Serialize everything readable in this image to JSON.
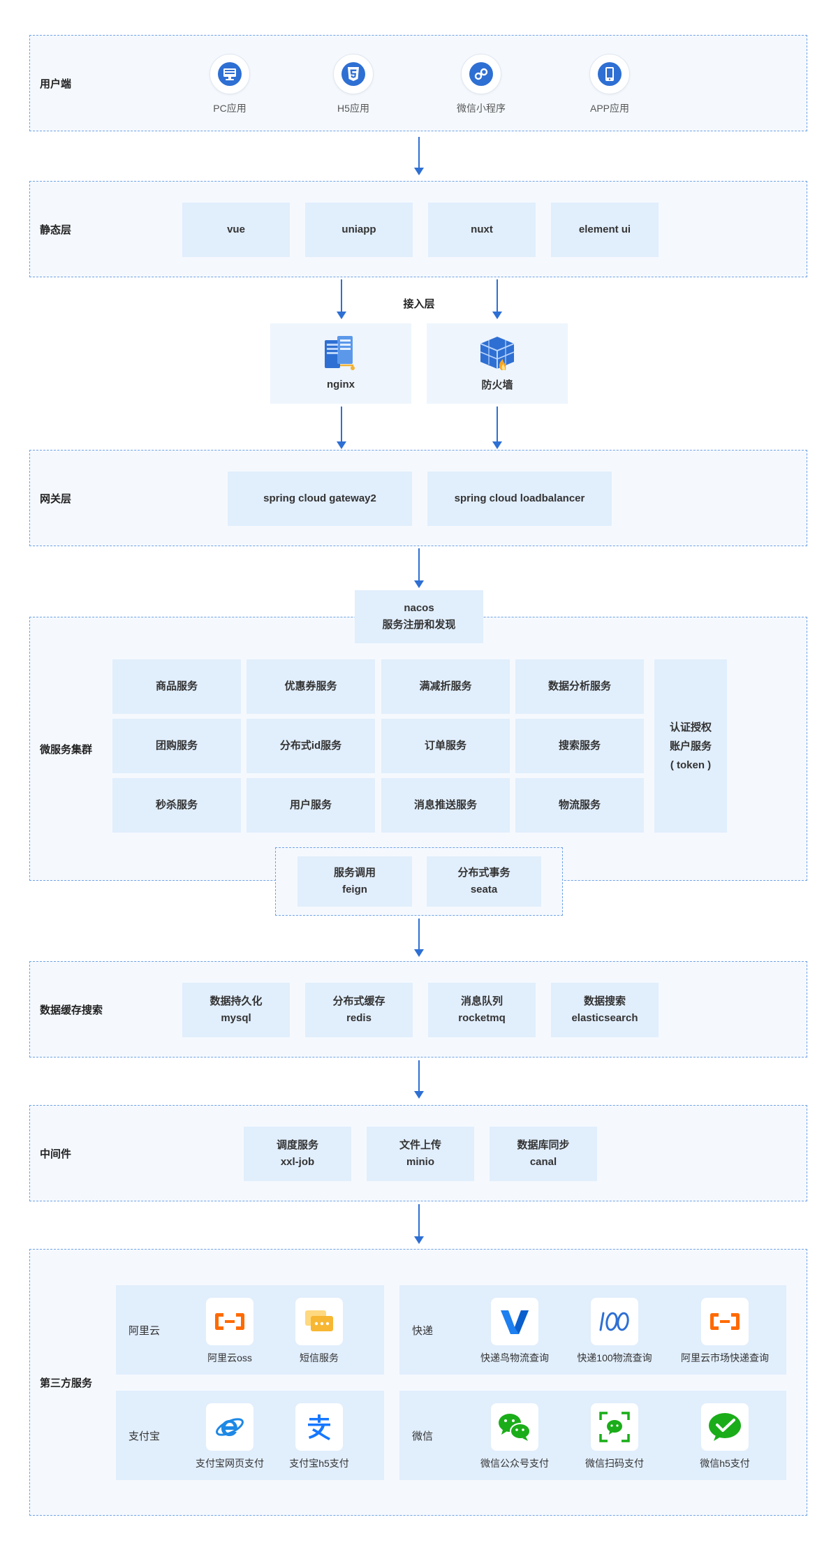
{
  "client_layer": {
    "title": "用户端",
    "items": [
      {
        "label": "PC应用",
        "icon": "monitor-icon"
      },
      {
        "label": "H5应用",
        "icon": "html5-icon"
      },
      {
        "label": "微信小程序",
        "icon": "mini-program-icon"
      },
      {
        "label": "APP应用",
        "icon": "phone-icon"
      }
    ]
  },
  "static_layer": {
    "title": "静态层",
    "items": [
      "vue",
      "uniapp",
      "nuxt",
      "element ui"
    ]
  },
  "access_layer": {
    "title": "接入层",
    "items": [
      {
        "label": "nginx",
        "icon": "server-icon"
      },
      {
        "label": "防火墙",
        "icon": "firewall-icon"
      }
    ]
  },
  "gateway_layer": {
    "title": "网关层",
    "items": [
      "spring cloud gateway2",
      "spring cloud loadbalancer"
    ]
  },
  "registry": {
    "line1": "nacos",
    "line2": "服务注册和发现"
  },
  "microservice_layer": {
    "title": "微服务集群",
    "services": [
      "商品服务",
      "优惠券服务",
      "满减折服务",
      "数据分析服务",
      "团购服务",
      "分布式id服务",
      "订单服务",
      "搜索服务",
      "秒杀服务",
      "用户服务",
      "消息推送服务",
      "物流服务"
    ],
    "auth": {
      "line1": "认证授权",
      "line2": "账户服务",
      "line3": "( token )"
    },
    "support": [
      {
        "line1": "服务调用",
        "line2": "feign"
      },
      {
        "line1": "分布式事务",
        "line2": "seata"
      }
    ]
  },
  "data_layer": {
    "title": "数据缓存搜索",
    "items": [
      {
        "line1": "数据持久化",
        "line2": "mysql"
      },
      {
        "line1": "分布式缓存",
        "line2": "redis"
      },
      {
        "line1": "消息队列",
        "line2": "rocketmq"
      },
      {
        "line1": "数据搜索",
        "line2": "elasticsearch"
      }
    ]
  },
  "middleware_layer": {
    "title": "中间件",
    "items": [
      {
        "line1": "调度服务",
        "line2": "xxl-job"
      },
      {
        "line1": "文件上传",
        "line2": "minio"
      },
      {
        "line1": "数据库同步",
        "line2": "canal"
      }
    ]
  },
  "third_party_layer": {
    "title": "第三方服务",
    "aliyun": {
      "title": "阿里云",
      "items": [
        {
          "label": "阿里云oss",
          "icon": "aliyun-icon"
        },
        {
          "label": "短信服务",
          "icon": "sms-icon"
        }
      ]
    },
    "express": {
      "title": "快递",
      "items": [
        {
          "label": "快递鸟物流查询",
          "icon": "kdniao-icon"
        },
        {
          "label": "快递100物流查询",
          "icon": "kuaidi100-icon"
        },
        {
          "label": "阿里云市场快递查询",
          "icon": "aliyun-icon"
        }
      ]
    },
    "alipay": {
      "title": "支付宝",
      "items": [
        {
          "label": "支付宝网页支付",
          "icon": "browser-icon"
        },
        {
          "label": "支付宝h5支付",
          "icon": "alipay-icon"
        }
      ]
    },
    "wechat": {
      "title": "微信",
      "items": [
        {
          "label": "微信公众号支付",
          "icon": "wechat-icon"
        },
        {
          "label": "微信扫码支付",
          "icon": "scan-pay-icon"
        },
        {
          "label": "微信h5支付",
          "icon": "wechat-pay-icon"
        }
      ]
    }
  },
  "colors": {
    "accent": "#2e6fd3",
    "box": "#e1eefc",
    "layer_bg": "#f5f9fe",
    "border": "#6fa2e6",
    "aliyun_orange": "#ff6a00",
    "wechat_green": "#1aad19"
  }
}
